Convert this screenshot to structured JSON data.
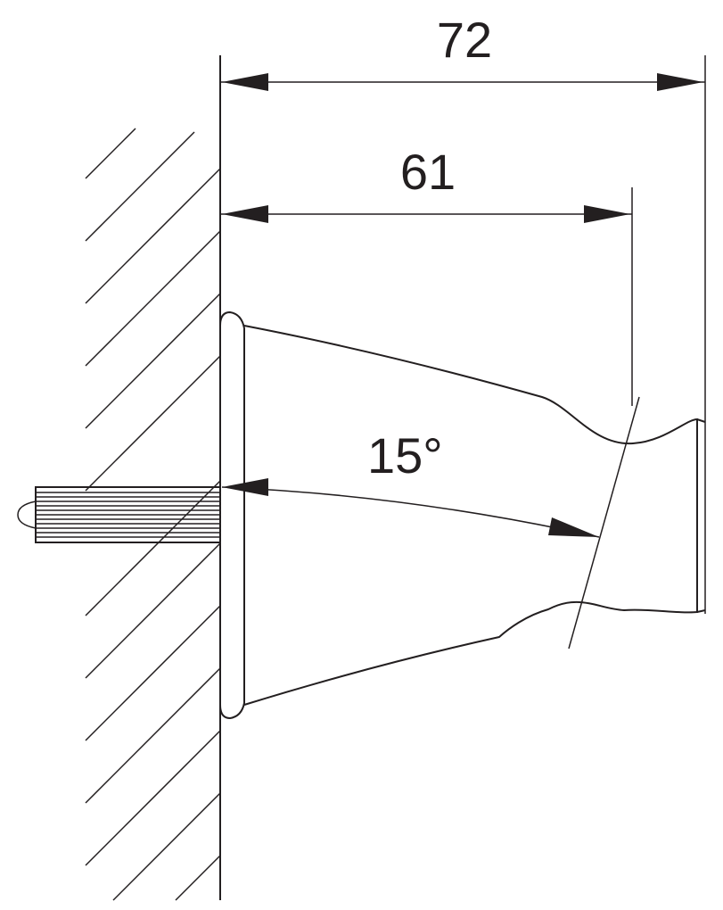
{
  "dimensions": {
    "overall_depth": "72",
    "depth_to_holder": "61",
    "tilt_angle": "15°"
  },
  "colors": {
    "line": "#231f20",
    "background": "#ffffff"
  }
}
